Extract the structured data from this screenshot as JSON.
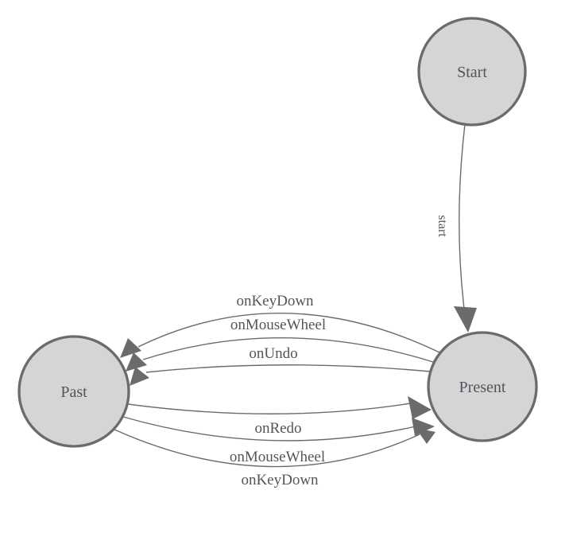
{
  "diagram": {
    "kind": "state-machine",
    "colors": {
      "background": "#ffffff",
      "node_fill": "#d5d5d5",
      "node_stroke": "#6b6b6b",
      "edge_color": "#6b6b6b",
      "label_color": "#50565c"
    },
    "nodes": [
      {
        "id": "start",
        "label": "Start"
      },
      {
        "id": "present",
        "label": "Present"
      },
      {
        "id": "past",
        "label": "Past"
      }
    ],
    "edges": [
      {
        "from": "start",
        "to": "present",
        "label": "start"
      },
      {
        "from": "present",
        "to": "past",
        "label": "onKeyDown"
      },
      {
        "from": "present",
        "to": "past",
        "label": "onMouseWheel"
      },
      {
        "from": "present",
        "to": "past",
        "label": "onUndo"
      },
      {
        "from": "past",
        "to": "present",
        "label": "onRedo"
      },
      {
        "from": "past",
        "to": "present",
        "label": "onMouseWheel"
      },
      {
        "from": "past",
        "to": "present",
        "label": "onKeyDown"
      }
    ]
  }
}
